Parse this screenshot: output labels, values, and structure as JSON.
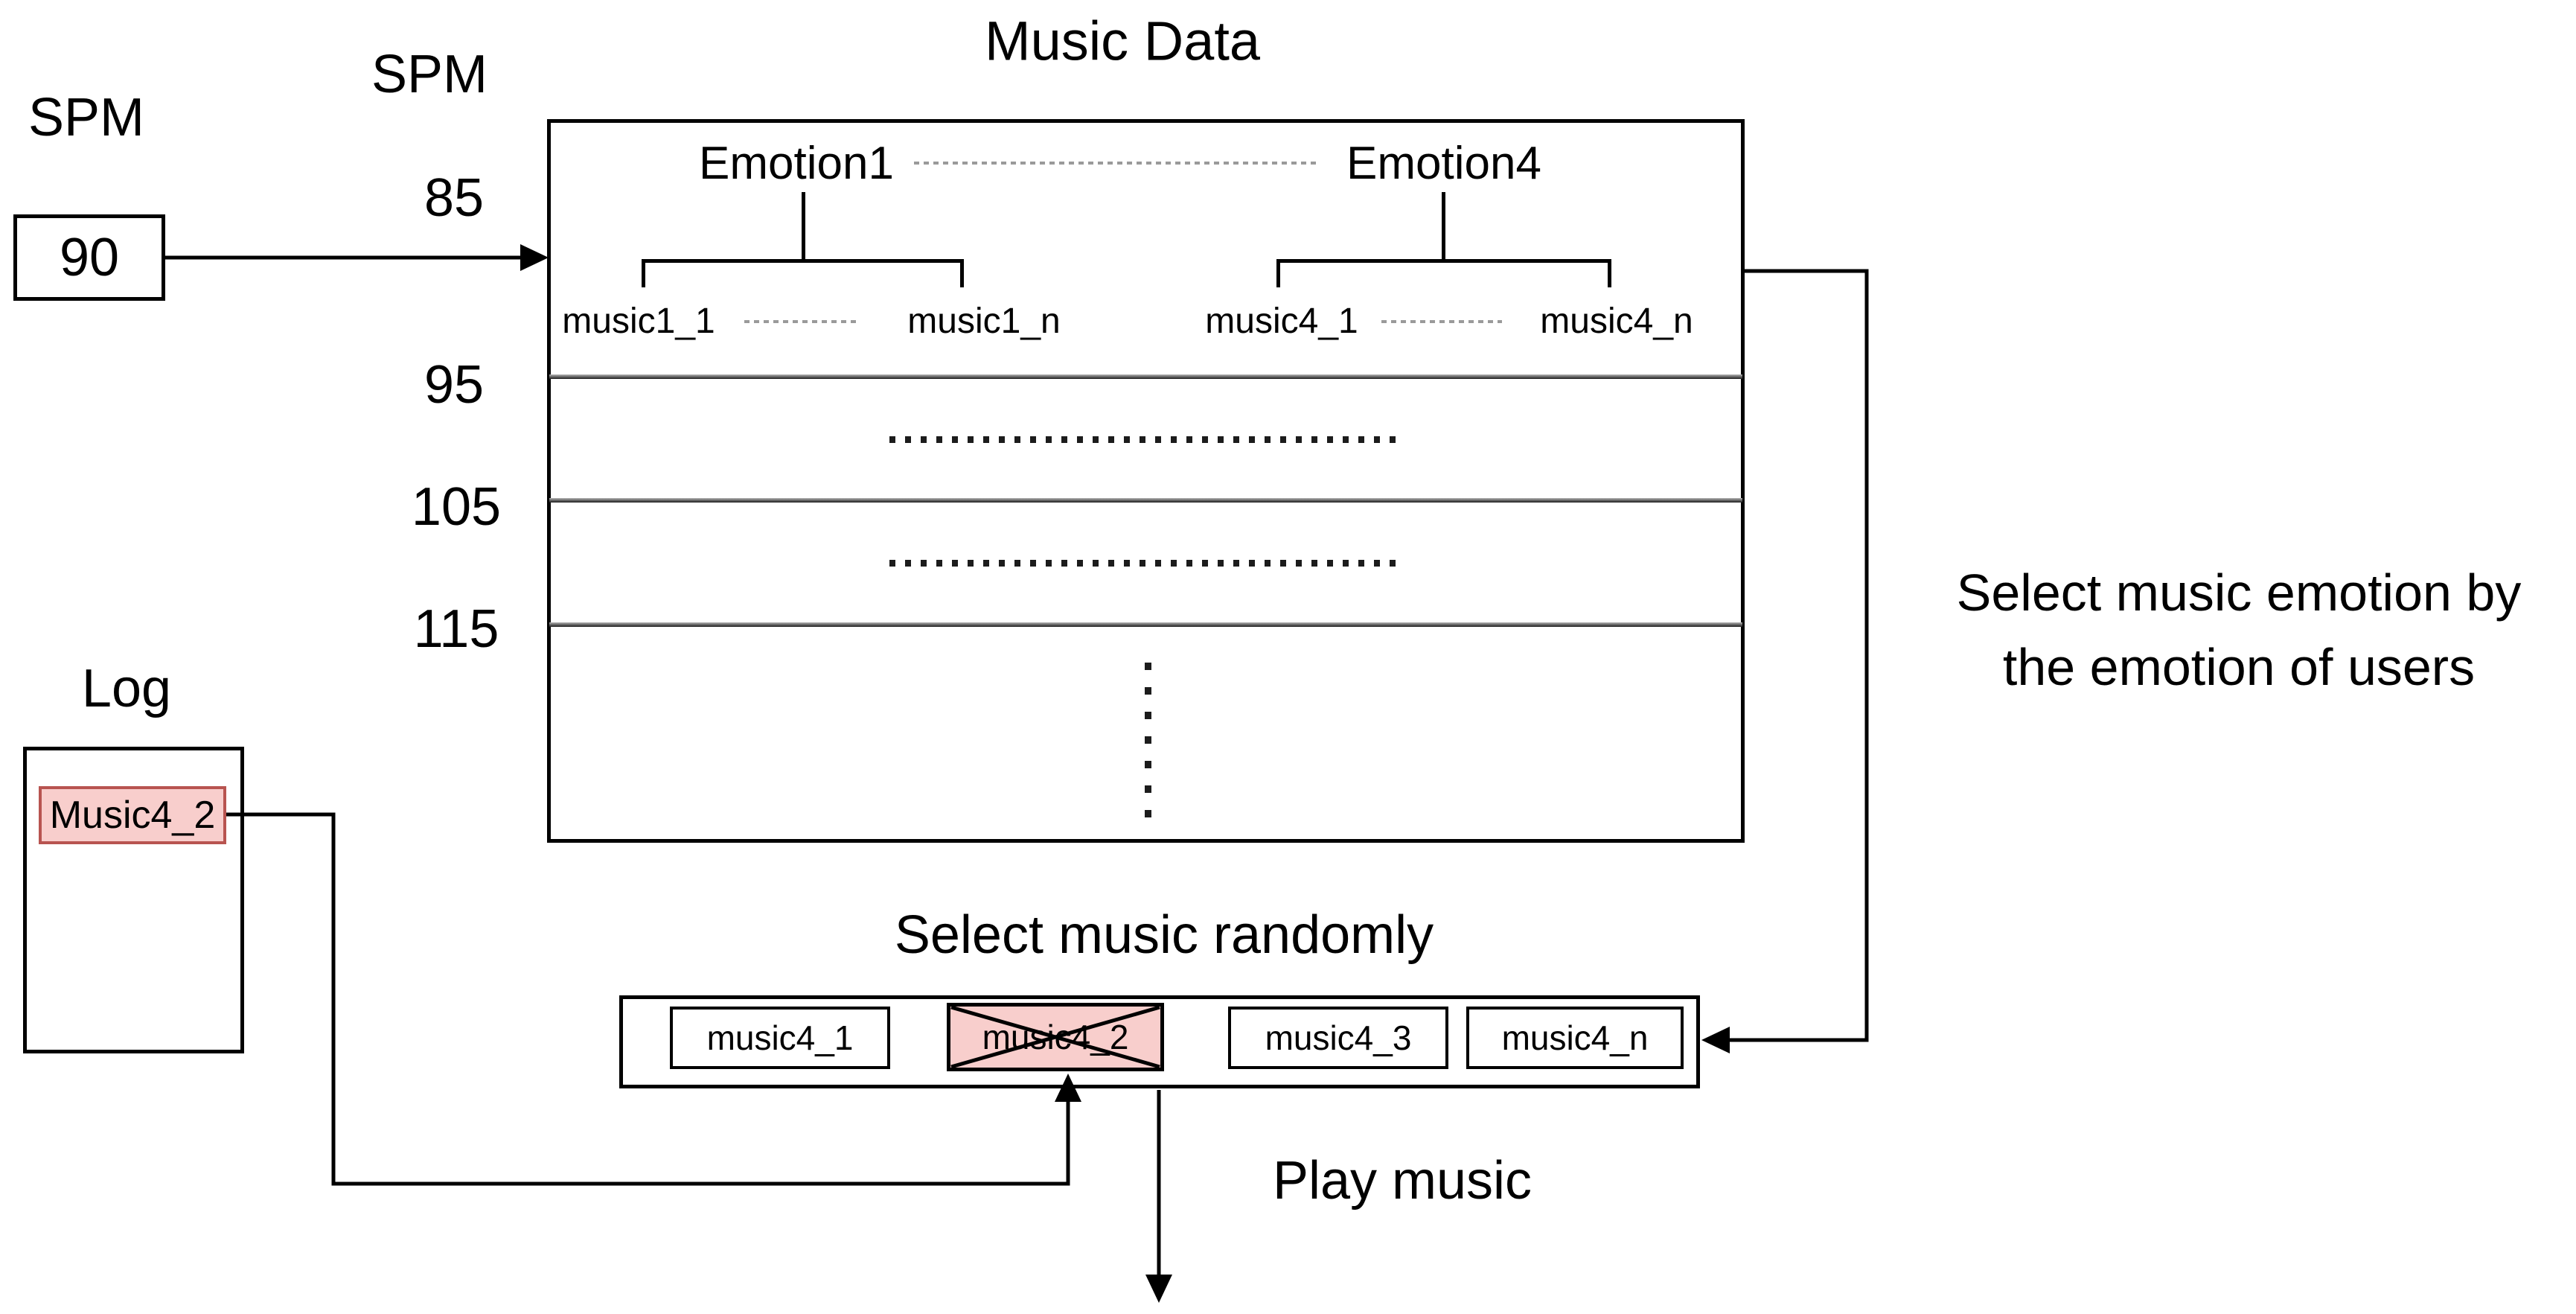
{
  "spm_source": {
    "label": "SPM",
    "value": "90"
  },
  "spm_axis": {
    "label": "SPM",
    "ticks": [
      "85",
      "95",
      "105",
      "115"
    ]
  },
  "music_data": {
    "title": "Music Data",
    "emotion_first": "Emotion1",
    "emotion_last": "Emotion4",
    "emotion1_first_song": "music1_1",
    "emotion1_last_song": "music1_n",
    "emotion4_first_song": "music4_1",
    "emotion4_last_song": "music4_n"
  },
  "log": {
    "title": "Log",
    "entry": "Music4_2"
  },
  "random_selection": {
    "title": "Select music randomly",
    "items": [
      {
        "label": "music4_1",
        "excluded": false
      },
      {
        "label": "music4_2",
        "excluded": true
      },
      {
        "label": "music4_3",
        "excluded": false
      },
      {
        "label": "music4_n",
        "excluded": false
      }
    ]
  },
  "annotations": {
    "select_emotion_line1": "Select music emotion by",
    "select_emotion_line2": "the emotion of users",
    "play_music": "Play music"
  },
  "colors": {
    "excluded_fill": "#f8cecc",
    "log_entry_border": "#b85450",
    "line": "#000000",
    "divider_gray": "#6e6e6e",
    "dash_gray": "#9a9a9a"
  }
}
